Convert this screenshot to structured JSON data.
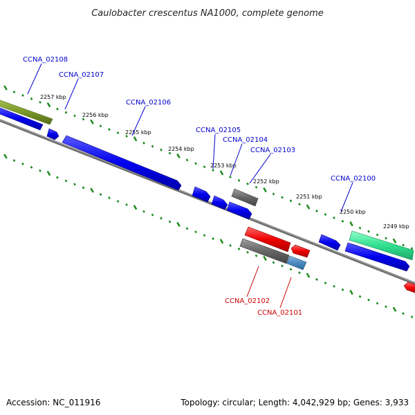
{
  "title": "Caulobacter crescentus NA1000, complete genome",
  "footer": {
    "accession": "Accession: NC_011916",
    "summary": "Topology: circular; Length: 4,042,929 bp; Genes: 3,933"
  },
  "colors": {
    "forward_gene": "#0000ee",
    "reverse_gene": "#ee0000",
    "highlight_gene": "#7a9a2a",
    "accent_gene": "#30e090",
    "pseudo_gene": "#666666",
    "rna_gene": "#4a8ac0",
    "axis_tick": "#1a8a1a",
    "backbone": "#777777",
    "label_forward": "#0000cc",
    "label_reverse": "#cc0000"
  },
  "ticks": [
    {
      "label": "2257 kbp",
      "kbp": 2257
    },
    {
      "label": "2256 kbp",
      "kbp": 2256
    },
    {
      "label": "2255 kbp",
      "kbp": 2255
    },
    {
      "label": "2254 kbp",
      "kbp": 2254
    },
    {
      "label": "2253 kbp",
      "kbp": 2253
    },
    {
      "label": "2252 kbp",
      "kbp": 2252
    },
    {
      "label": "2251 kbp",
      "kbp": 2251
    },
    {
      "label": "2250 kbp",
      "kbp": 2250
    },
    {
      "label": "2249 kbp",
      "kbp": 2249
    }
  ],
  "gene_labels": [
    {
      "id": "CCNA_02108",
      "strand": "forward"
    },
    {
      "id": "CCNA_02107",
      "strand": "forward"
    },
    {
      "id": "CCNA_02106",
      "strand": "forward"
    },
    {
      "id": "CCNA_02105",
      "strand": "forward"
    },
    {
      "id": "CCNA_02104",
      "strand": "forward"
    },
    {
      "id": "CCNA_02103",
      "strand": "forward"
    },
    {
      "id": "CCNA_02100",
      "strand": "forward"
    },
    {
      "id": "CCNA_02102",
      "strand": "reverse"
    },
    {
      "id": "CCNA_02101",
      "strand": "reverse"
    }
  ]
}
